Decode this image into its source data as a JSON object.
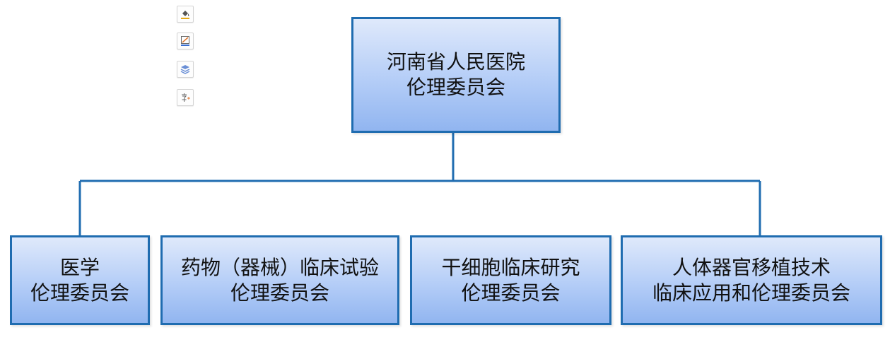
{
  "colors": {
    "border": "#1f6cb0",
    "connector": "#1f6cb0",
    "fill_top": "#dfe9fb",
    "fill_bottom": "#91b5f0",
    "text": "#111111"
  },
  "toolbar": {
    "icons": [
      "fill-bucket-icon",
      "line-color-icon",
      "layers-icon",
      "text-format-icon"
    ]
  },
  "org_chart": {
    "root": {
      "line1": "河南省人民医院",
      "line2": "伦理委员会"
    },
    "children": [
      {
        "line1": "医学",
        "line2": "伦理委员会"
      },
      {
        "line1": "药物（器械）临床试验",
        "line2": "伦理委员会"
      },
      {
        "line1": "干细胞临床研究",
        "line2": "伦理委员会"
      },
      {
        "line1": "人体器官移植技术",
        "line2": "临床应用和伦理委员会"
      }
    ]
  }
}
